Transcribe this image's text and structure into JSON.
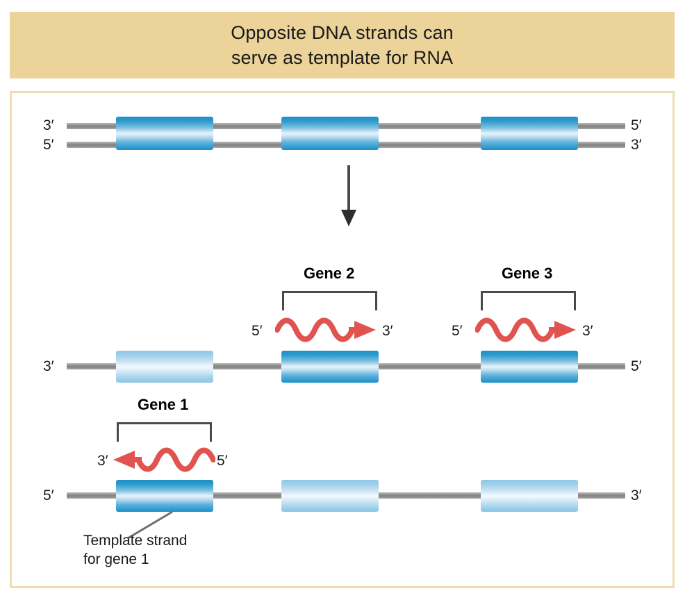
{
  "header": {
    "line1": "Opposite DNA strands can",
    "line2": "serve as template for RNA"
  },
  "colors": {
    "banner_bg": "#ecd399",
    "panel_border": "#f0dcaf",
    "panel_bg": "#ffffff",
    "gene_dark_blue": "#1e8fc6",
    "gene_light_blue": "#8fc6e6",
    "backbone_gray": "#8a8a8a",
    "rna_red": "#e0534f",
    "text_black": "#1a1a1a"
  },
  "duplex": {
    "name": "double-stranded-dna",
    "top_strand": {
      "left_label": "3′",
      "right_label": "5′"
    },
    "bottom_strand": {
      "left_label": "5′",
      "right_label": "3′"
    },
    "gene_boxes": [
      {
        "shade": "dark",
        "index": 1
      },
      {
        "shade": "dark",
        "index": 2
      },
      {
        "shade": "dark",
        "index": 3
      }
    ]
  },
  "transition": {
    "icon": "down-arrow-icon"
  },
  "upper_strand": {
    "name": "upper-separated-strand",
    "left_label": "3′",
    "right_label": "5′",
    "gene_boxes": [
      {
        "shade": "light",
        "gene": "Gene 1"
      },
      {
        "shade": "dark",
        "gene": "Gene 2"
      },
      {
        "shade": "dark",
        "gene": "Gene 3"
      }
    ]
  },
  "lower_strand": {
    "name": "lower-separated-strand",
    "left_label": "5′",
    "right_label": "3′",
    "gene_boxes": [
      {
        "shade": "dark",
        "gene": "Gene 1"
      },
      {
        "shade": "light",
        "gene": "Gene 2"
      },
      {
        "shade": "light",
        "gene": "Gene 3"
      }
    ]
  },
  "genes": [
    {
      "id": "gene1",
      "label": "Gene 1",
      "rna_direction": "leftward",
      "rna_start_label": "5′",
      "rna_end_label": "3′",
      "left_tick_label": "3′",
      "right_tick_label": "5′",
      "template_strand": "lower"
    },
    {
      "id": "gene2",
      "label": "Gene 2",
      "rna_direction": "rightward",
      "rna_start_label": "5′",
      "rna_end_label": "3′",
      "left_tick_label": "5′",
      "right_tick_label": "3′",
      "template_strand": "upper"
    },
    {
      "id": "gene3",
      "label": "Gene 3",
      "rna_direction": "rightward",
      "rna_start_label": "5′",
      "rna_end_label": "3′",
      "left_tick_label": "5′",
      "right_tick_label": "3′",
      "template_strand": "upper"
    }
  ],
  "annotation": {
    "name": "template-strand-callout",
    "line1": "Template strand",
    "line2": "for gene 1"
  }
}
